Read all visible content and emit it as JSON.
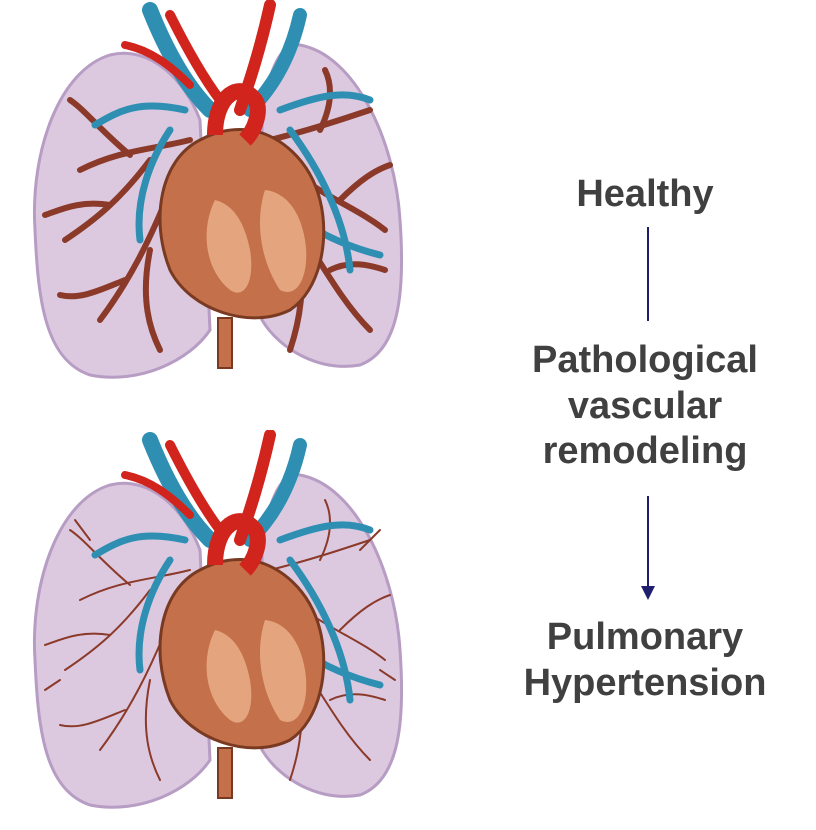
{
  "stages": {
    "healthy": "Healthy",
    "remodeling": "Pathological\nvascular\nremodeling",
    "hypertension": "Pulmonary\nHypertension"
  },
  "illustrations": [
    {
      "name": "heart-lungs-healthy",
      "vessel_density": "dense"
    },
    {
      "name": "heart-lungs-remodeled",
      "vessel_density": "sparse"
    }
  ],
  "colors": {
    "lung": "#dcc9e0",
    "lung_edge": "#b79cc4",
    "vein": "#2f8fb3",
    "artery": "#d0241d",
    "heart": "#c4704a",
    "heart_light": "#e4a57e",
    "vessel_branch": "#8b3a2a",
    "text": "#404040",
    "connector": "#1f1f6e"
  }
}
